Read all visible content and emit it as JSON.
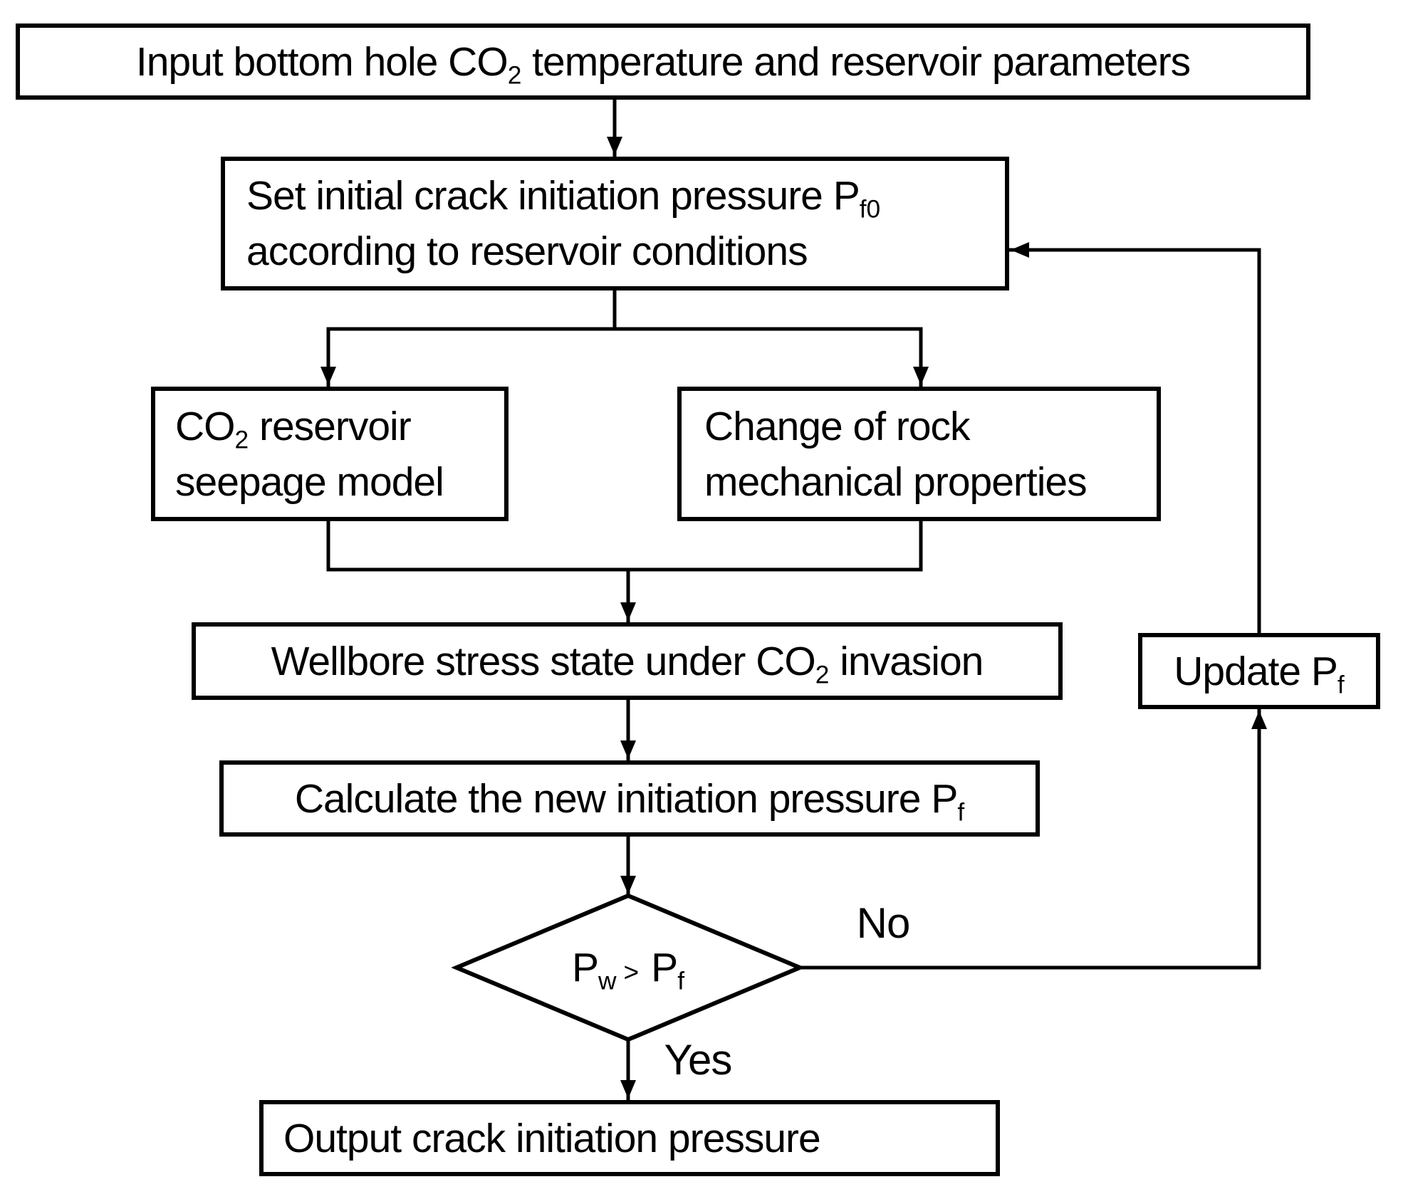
{
  "nodes": {
    "input": {
      "pre": "Input bottom hole CO",
      "sub": "2",
      "post": " temperature and reservoir parameters"
    },
    "set_initial": {
      "line1_pre": "Set initial crack initiation pressure P",
      "line1_sub": "f0",
      "line2": "according to reservoir conditions"
    },
    "seepage": {
      "line1_pre": "CO",
      "line1_sub": "2",
      "line1_post": " reservoir",
      "line2": "seepage model"
    },
    "rock_change": {
      "line1": "Change of rock",
      "line2": "mechanical properties"
    },
    "wellbore": {
      "pre": "Wellbore stress state under CO",
      "sub": "2",
      "post": " invasion"
    },
    "calculate": {
      "pre": "Calculate the new initiation pressure P",
      "sub": "f"
    },
    "decision": {
      "left_base": "P",
      "left_sub": "w",
      "operator": ">",
      "right_base": "P",
      "right_sub": "f"
    },
    "update": {
      "pre": "Update P",
      "sub": "f"
    },
    "output": {
      "text": "Output crack initiation pressure"
    }
  },
  "edge_labels": {
    "no": "No",
    "yes": "Yes"
  },
  "colors": {
    "stroke": "#000000",
    "fill": "#ffffff",
    "text": "#000000"
  }
}
